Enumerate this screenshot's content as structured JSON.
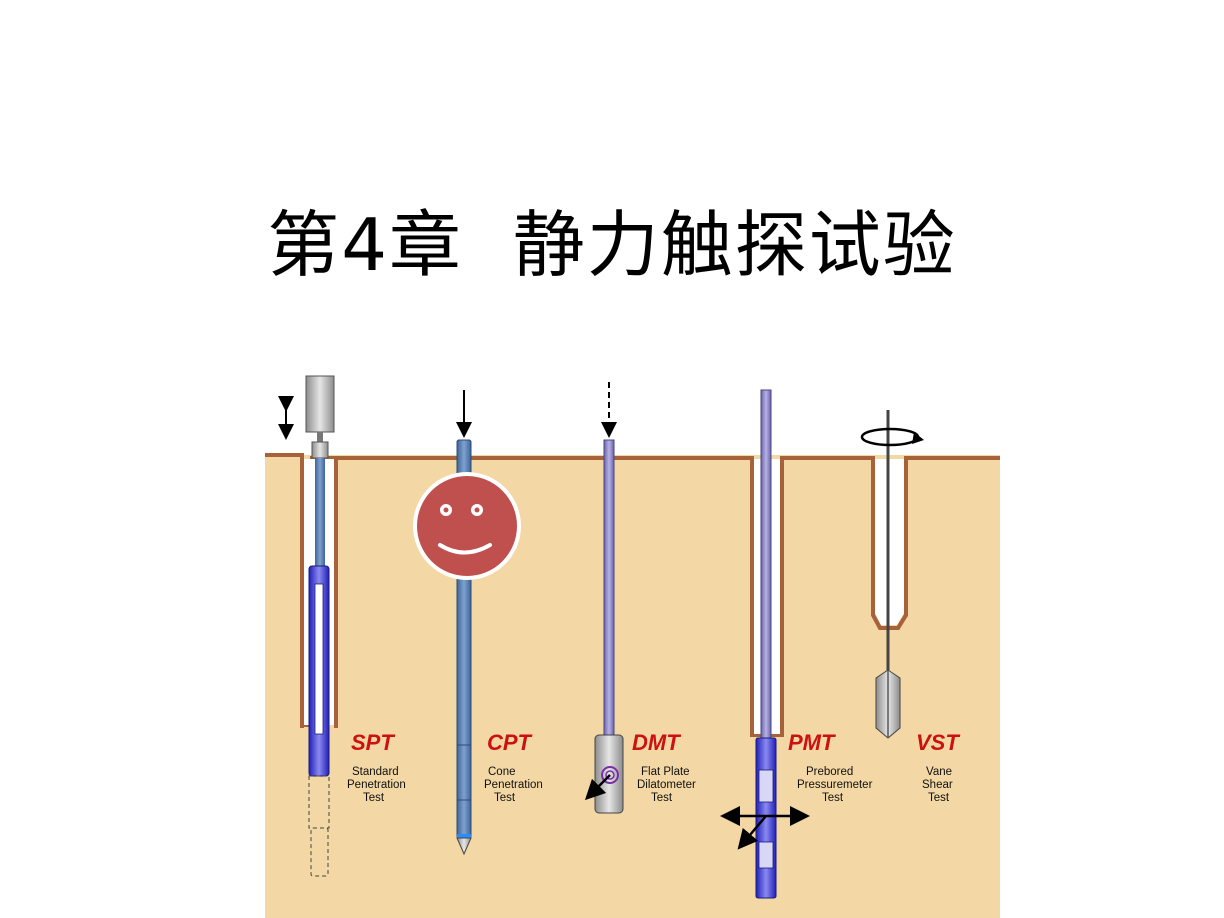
{
  "title": "第4章  静力触探试验",
  "tests": [
    {
      "code": "SPT",
      "line1": "Standard",
      "line2": "Penetration",
      "line3": "Test"
    },
    {
      "code": "CPT",
      "line1": "Cone",
      "line2": "Penetration",
      "line3": "Test"
    },
    {
      "code": "DMT",
      "line1": "Flat Plate",
      "line2": "Dilatometer",
      "line3": "Test"
    },
    {
      "code": "PMT",
      "line1": "Prebored",
      "line2": "Pressuremeter",
      "line3": "Test"
    },
    {
      "code": "VST",
      "line1": "Vane",
      "line2": "Shear",
      "line3": "Test"
    }
  ],
  "colors": {
    "soil": "#f3d7a4",
    "soil_border": "#a8623a",
    "rod": "#5b7fae",
    "probe": "#3a3ad6",
    "smiley": "#c0504d",
    "label": "#cc1111"
  }
}
